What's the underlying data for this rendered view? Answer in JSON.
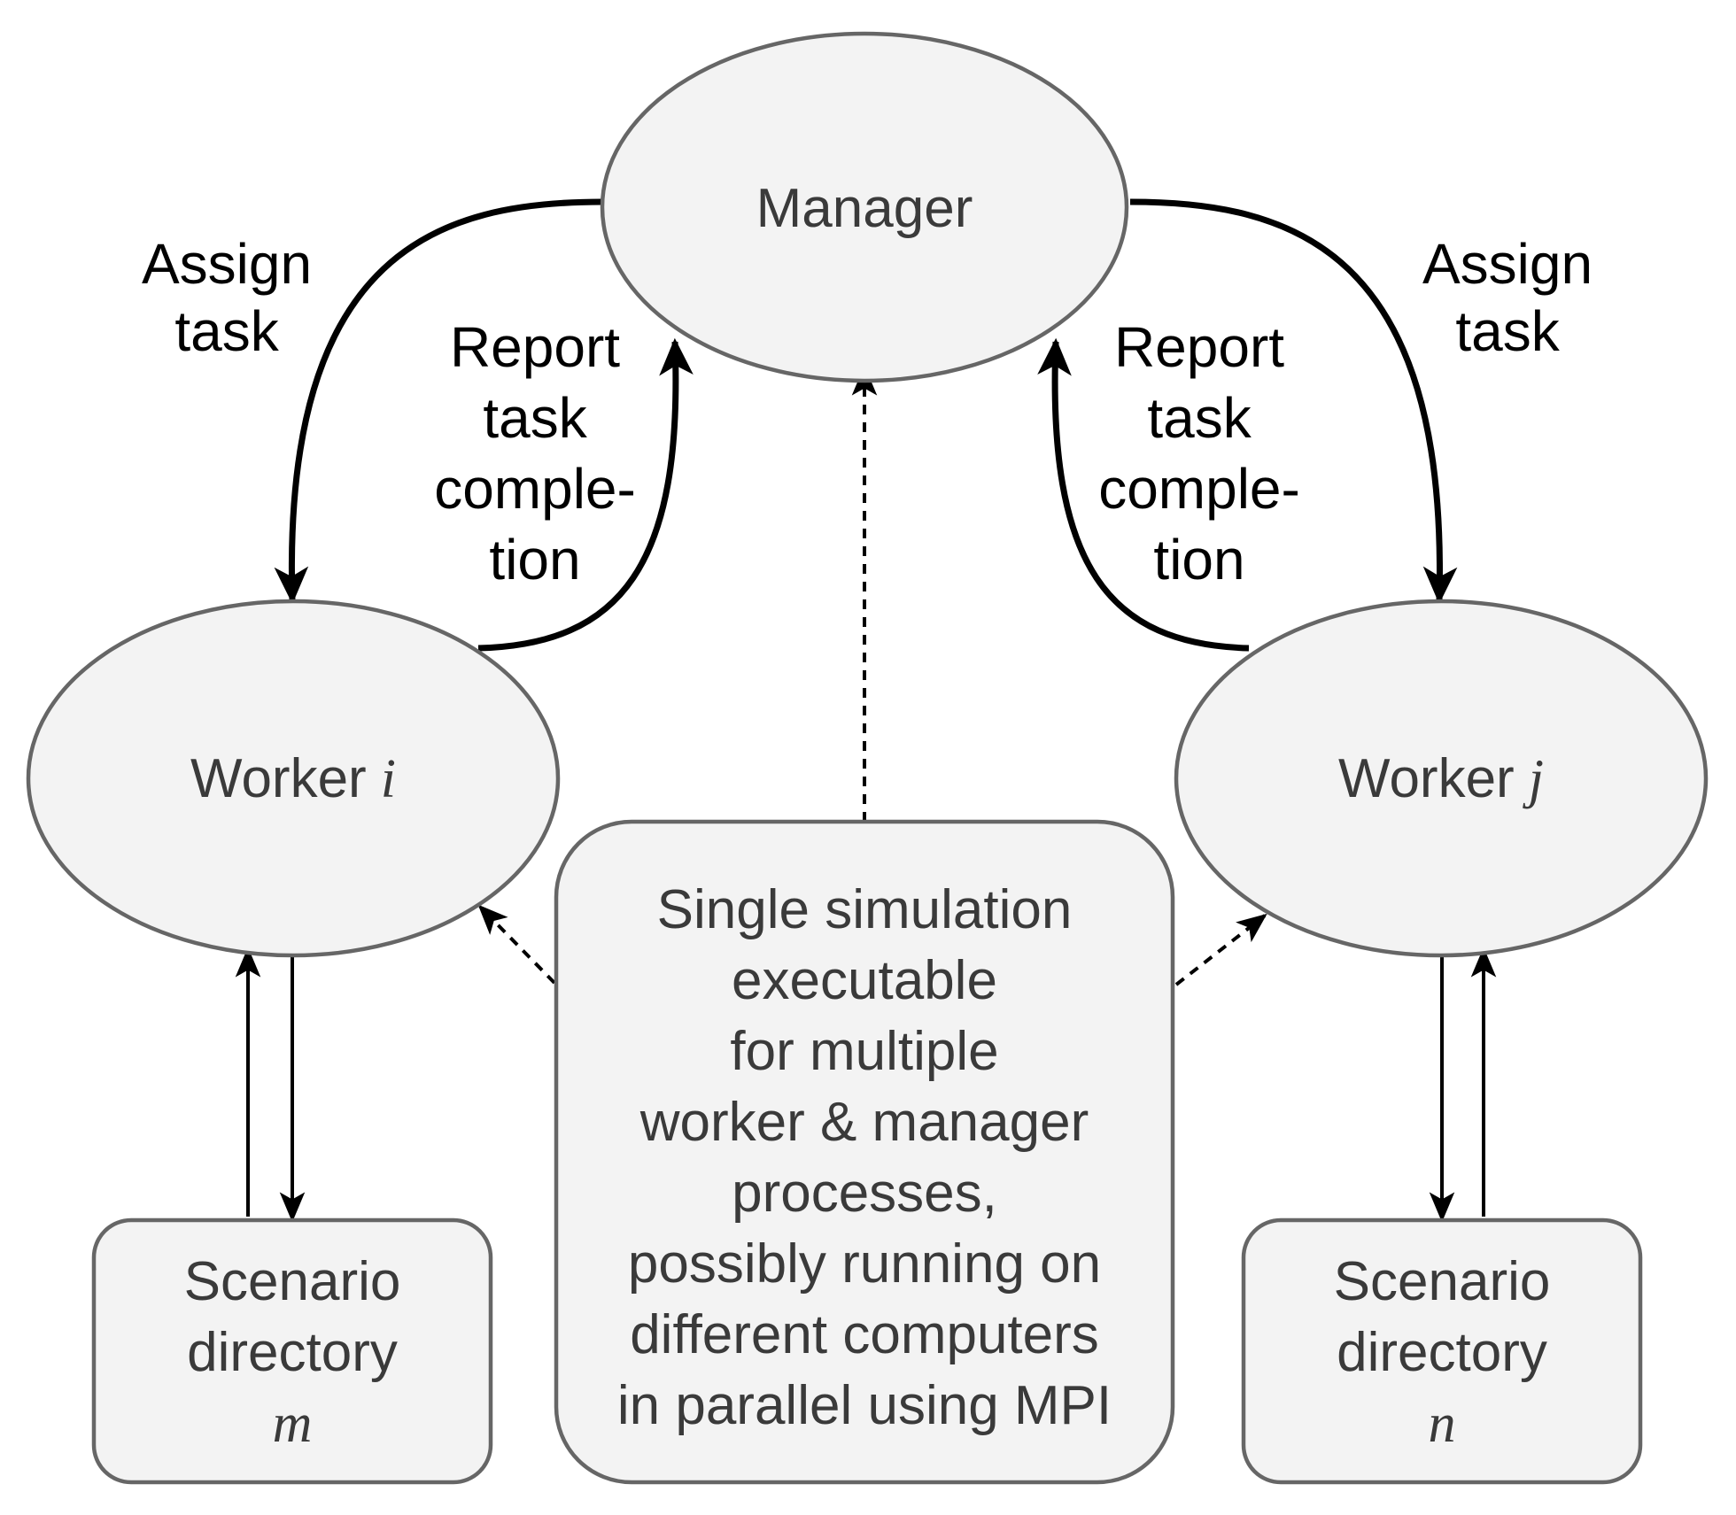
{
  "nodes": {
    "manager": {
      "label": "Manager"
    },
    "worker_i": {
      "label": "Worker",
      "variable": "i"
    },
    "worker_j": {
      "label": "Worker",
      "variable": "j"
    },
    "scenario_m": {
      "lines": [
        "Scenario",
        "directory"
      ],
      "variable": "m"
    },
    "scenario_n": {
      "lines": [
        "Scenario",
        "directory"
      ],
      "variable": "n"
    },
    "simulation": {
      "lines": [
        "Single simulation",
        "executable",
        "for multiple",
        "worker & manager",
        "processes,",
        "possibly running on",
        "different computers",
        "in parallel using MPI"
      ]
    }
  },
  "edge_labels": {
    "assign_left": [
      "Assign",
      "task"
    ],
    "assign_right": [
      "Assign",
      "task"
    ],
    "report_left": [
      "Report",
      "task",
      "comple-",
      "tion"
    ],
    "report_right": [
      "Report",
      "task",
      "comple-",
      "tion"
    ]
  }
}
